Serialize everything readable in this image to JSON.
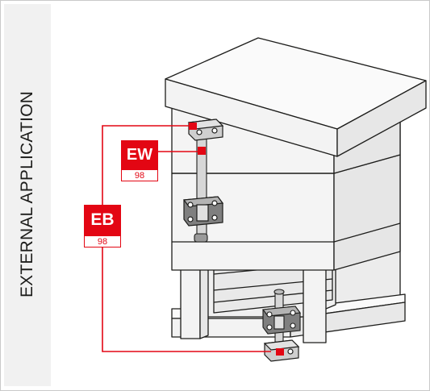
{
  "side_title": "EXTERNAL APPLICATION",
  "tags": {
    "ew": {
      "code": "EW",
      "number": "98"
    },
    "eb": {
      "code": "EB",
      "number": "98"
    }
  },
  "colors": {
    "accent": "#e30613",
    "outline": "#1d1d1b",
    "panel_face": "#f3f3f3",
    "panel_top": "#fafafa",
    "side_band": "#f1f1f1"
  }
}
